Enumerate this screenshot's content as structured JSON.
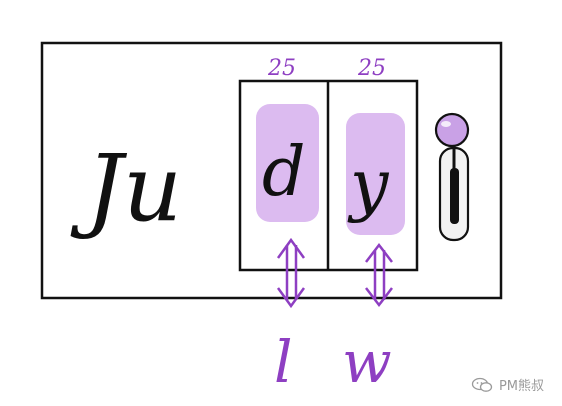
{
  "word": {
    "fixed_letters": "Ju"
  },
  "reels": [
    {
      "letter": "d",
      "count": "25",
      "selected": "l"
    },
    {
      "letter": "y",
      "count": "25",
      "selected": "w"
    }
  ],
  "watermark": {
    "text": "PM熊叔",
    "icon": "wechat-bubble-icon"
  },
  "colors": {
    "ink": "#111111",
    "accent": "#8e3fc2",
    "highlight": "#d8b4ee",
    "knob": "#c9a1e6"
  }
}
